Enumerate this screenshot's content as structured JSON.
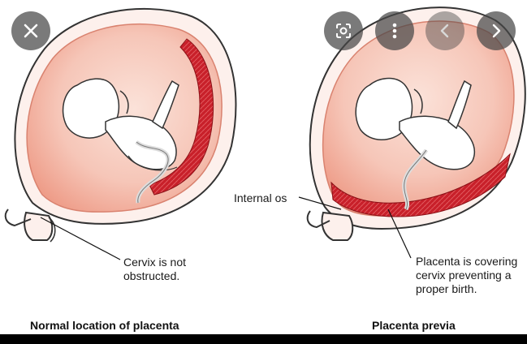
{
  "labels": {
    "cervix_left": [
      "Cervix is not",
      "obstructed."
    ],
    "internal_os": "Internal os",
    "placenta_right": [
      "Placenta is covering",
      "cervix preventing a",
      "proper birth."
    ]
  },
  "captions": {
    "left": "Normal location of placenta",
    "right": "Placenta previa"
  },
  "controls": {
    "close": "close-icon",
    "lens": "lens-icon",
    "more": "more-vert-icon",
    "prev": "chevron-left-icon",
    "next": "chevron-right-icon"
  },
  "colors": {
    "uterus_wall": "#fbe3dc",
    "amniotic": "#f4b3a4",
    "placenta": "#c8202a",
    "overlay_button": "#464646"
  }
}
